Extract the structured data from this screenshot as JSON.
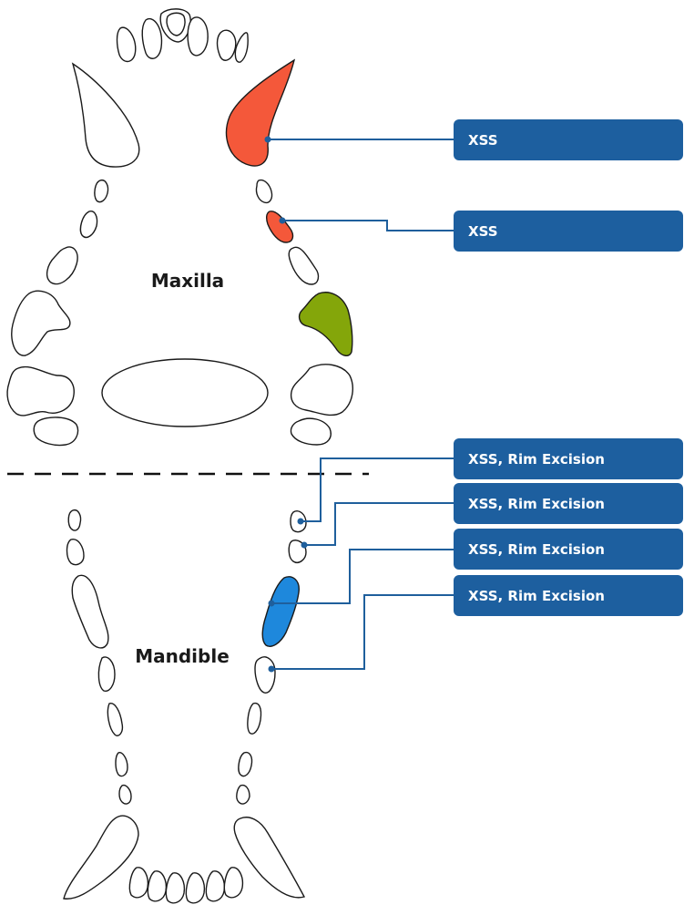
{
  "diagram": {
    "regions": {
      "maxilla": "Maxilla",
      "mandible": "Mandible"
    },
    "colors": {
      "treated_red": "#f4583a",
      "treated_green": "#84a60a",
      "treated_blue": "#1e88dc",
      "tag_background": "#1d5f9f",
      "connector": "#1f5f9c"
    },
    "procedures": [
      {
        "label": "XSS",
        "jaw": "maxilla",
        "tooth_color": "treated_red"
      },
      {
        "label": "XSS",
        "jaw": "maxilla",
        "tooth_color": "treated_red"
      },
      {
        "label": "XSS, Rim Excision",
        "jaw": "mandible",
        "tooth_color": "none"
      },
      {
        "label": "XSS, Rim Excision",
        "jaw": "mandible",
        "tooth_color": "none"
      },
      {
        "label": "XSS, Rim Excision",
        "jaw": "mandible",
        "tooth_color": "treated_blue"
      },
      {
        "label": "XSS, Rim Excision",
        "jaw": "mandible",
        "tooth_color": "none"
      }
    ]
  }
}
